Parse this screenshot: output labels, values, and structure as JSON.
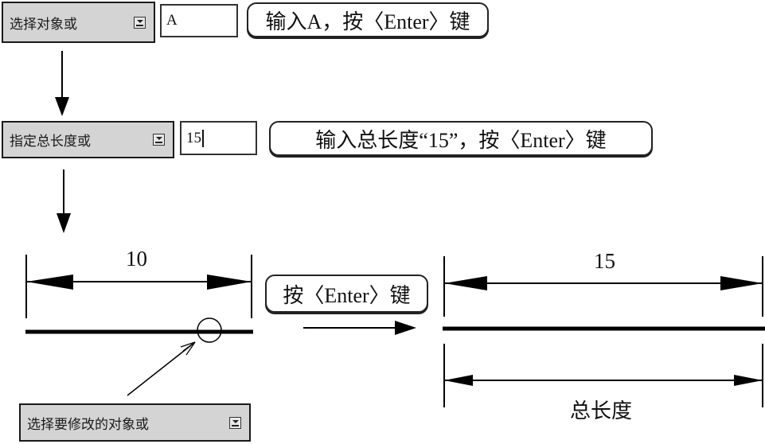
{
  "steps": [
    {
      "prompt_label": "选择对象或",
      "input_value": "A",
      "instruction": "输入A，按〈Enter〉键"
    },
    {
      "prompt_label": "指定总长度或",
      "input_value": "15",
      "instruction": "输入总长度“15”，按〈Enter〉键"
    }
  ],
  "before": {
    "dimension_value": "10",
    "select_prompt_label": "选择要修改的对象或"
  },
  "transition": {
    "instruction": "按〈Enter〉键"
  },
  "after": {
    "dimension_value": "15",
    "total_length_label": "总长度"
  },
  "icons": {
    "dropdown": "dropdown-arrow-icon",
    "flow_arrow": "arrow-down-icon",
    "pick_box": "pick-circle-icon"
  }
}
